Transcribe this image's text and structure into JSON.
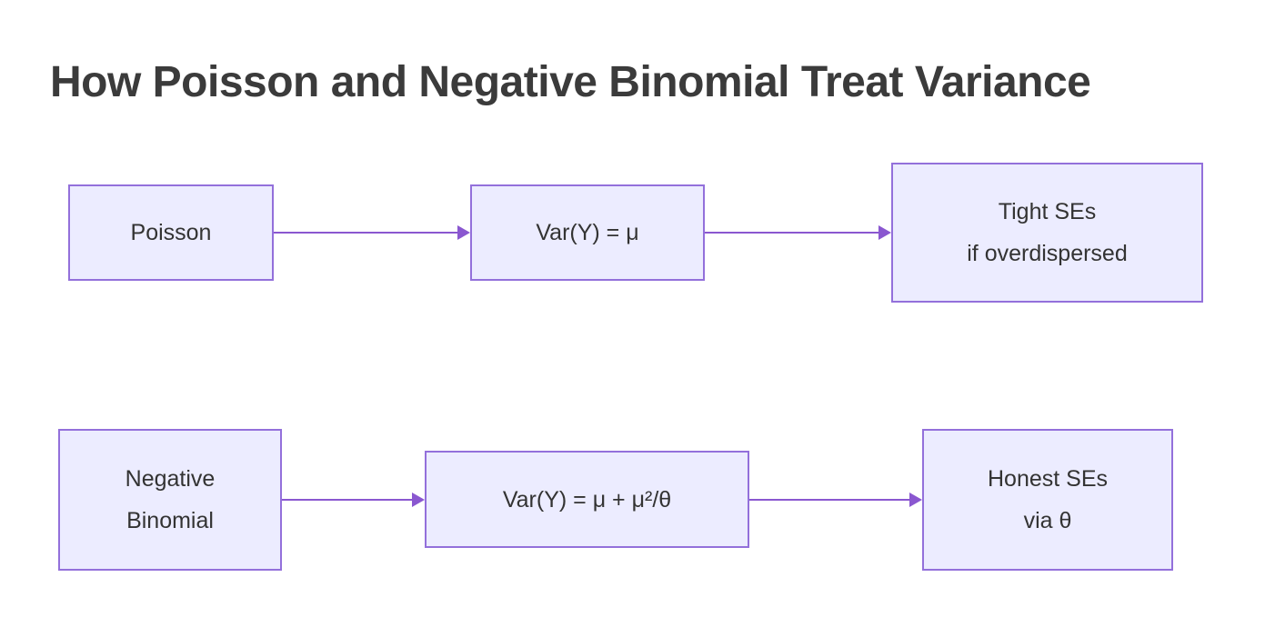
{
  "title": "How Poisson and Negative Binomial Treat Variance",
  "flowchart": {
    "top_row": {
      "model": "Poisson",
      "variance": "Var(Y) = μ",
      "result_line1": "Tight SEs",
      "result_line2": "if overdispersed"
    },
    "bottom_row": {
      "model_line1": "Negative",
      "model_line2": "Binomial",
      "variance": "Var(Y) = μ + μ²/θ",
      "result_line1": "Honest SEs",
      "result_line2": "via θ"
    }
  },
  "colors": {
    "background": "#ffffff",
    "title_text": "#3b3b3b",
    "node_fill": "#ececff",
    "node_border": "#9370db",
    "node_text": "#333333",
    "arrow": "#8a57d0"
  }
}
